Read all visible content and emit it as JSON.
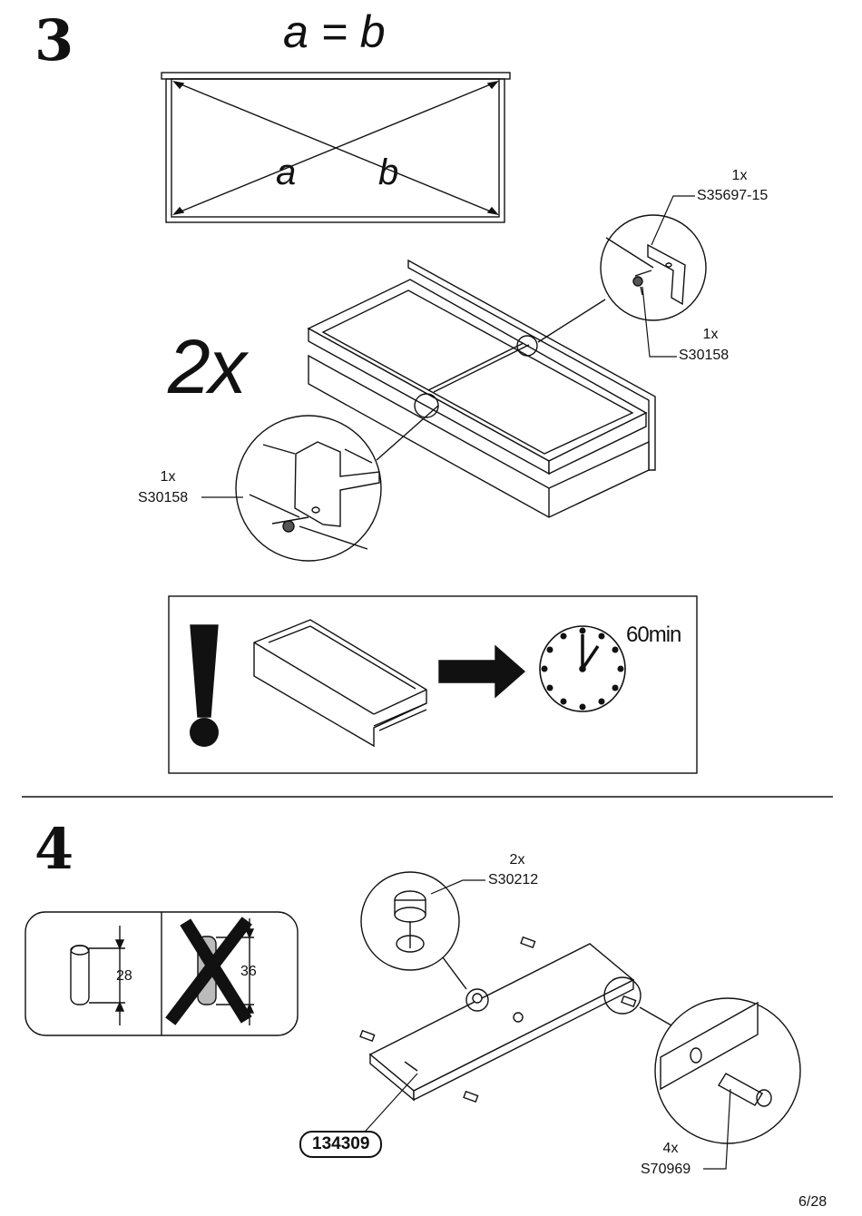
{
  "step3": {
    "number": "3",
    "equation": "a = b",
    "diag_a": "a",
    "diag_b": "b",
    "multiplier": "2x",
    "callout_top": {
      "qty": "1x",
      "code": "S35697-15"
    },
    "callout_mid": {
      "qty": "1x",
      "code": "S30158"
    },
    "callout_left": {
      "qty": "1x",
      "code": "S30158"
    },
    "wait_time": "60min"
  },
  "step4": {
    "number": "4",
    "dim_ok": "28",
    "dim_bad": "36",
    "callout_cam": {
      "qty": "2x",
      "code": "S30212"
    },
    "callout_dowel": {
      "qty": "4x",
      "code": "S70969"
    },
    "part_number": "134309"
  },
  "footer": {
    "page": "6/28"
  }
}
